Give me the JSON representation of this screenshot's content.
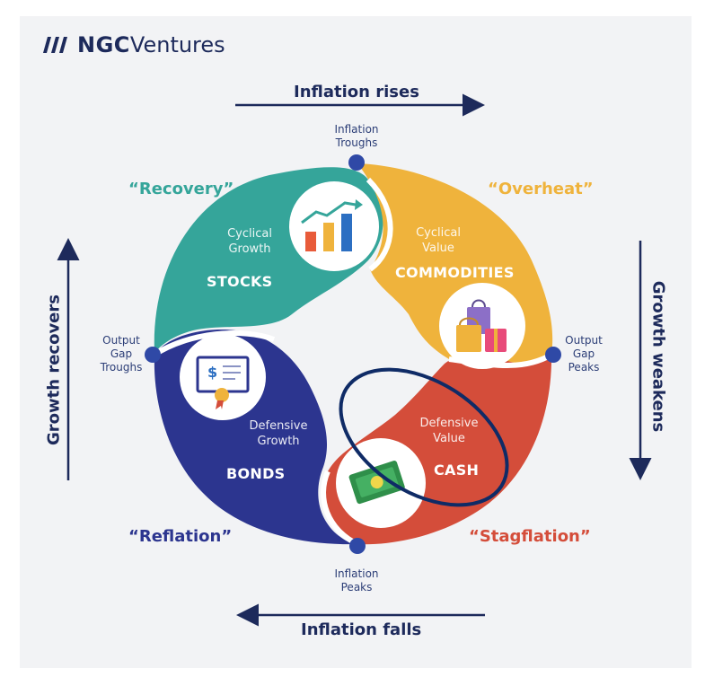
{
  "logo": {
    "brand_bold": "NGC",
    "brand_rest": "Ventures"
  },
  "arrows": {
    "top": "Inflation rises",
    "bottom": "Inflation falls",
    "left": "Growth recovers",
    "right": "Growth weakens"
  },
  "phases": {
    "recovery": "“Recovery”",
    "overheat": "“Overheat”",
    "reflation": "“Reflation”",
    "stagflation": "“Stagflation”"
  },
  "markers": {
    "top": [
      "Inflation",
      "Troughs"
    ],
    "right": [
      "Output",
      "Gap",
      "Peaks"
    ],
    "bottom": [
      "Inflation",
      "Peaks"
    ],
    "left": [
      "Output",
      "Gap",
      "Troughs"
    ]
  },
  "segments": {
    "stocks": {
      "sub": [
        "Cyclical",
        "Growth"
      ],
      "asset": "STOCKS",
      "color": "#35a59a",
      "icon": "bar-chart-icon"
    },
    "commodities": {
      "sub": [
        "Cyclical",
        "Value"
      ],
      "asset": "COMMODITIES",
      "color": "#efb33c",
      "icon": "shopping-bag-icon"
    },
    "cash": {
      "sub": [
        "Defensive",
        "Value"
      ],
      "asset": "CASH",
      "color": "#d44d3a",
      "icon": "money-icon"
    },
    "bonds": {
      "sub": [
        "Defensive",
        "Growth"
      ],
      "asset": "BONDS",
      "color": "#2c358f",
      "icon": "certificate-icon"
    }
  },
  "colors": {
    "navy": "#1d2a5b",
    "dot": "#2f49a6",
    "recovery_text": "#35a59a",
    "overheat_text": "#efb33c",
    "reflation_text": "#2c358f",
    "stagflation_text": "#d44d3a",
    "highlight_ring": "#0f2b66"
  }
}
